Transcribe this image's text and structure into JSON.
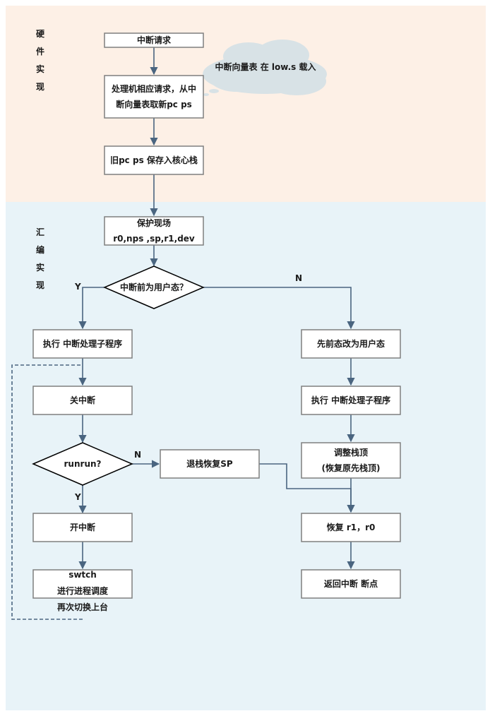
{
  "sections": {
    "hardware": {
      "label": [
        "硬",
        "件",
        "实",
        "现"
      ]
    },
    "assembly": {
      "label": [
        "汇",
        "编",
        "实",
        "现"
      ]
    }
  },
  "cloud_note": "中断向量表 在 low.s 载入",
  "nodes": {
    "interrupt_request": [
      "中断请求"
    ],
    "processor_response": [
      "处理机相应请求，从中",
      "断向量表取新pc ps"
    ],
    "save_old": [
      "旧pc ps 保存入核心栈"
    ],
    "save_context": [
      "保护现场",
      "r0,nps ,sp,r1,dev"
    ],
    "was_user_mode": [
      "中断前为用户态？"
    ],
    "run_handler_left": [
      "执行 中断处理子程序"
    ],
    "disable_interrupt": [
      "关中断"
    ],
    "runrun": [
      "runrun?"
    ],
    "pop_stack_sp": [
      "退栈恢复SP"
    ],
    "enable_interrupt": [
      "开中断"
    ],
    "swtch": [
      "swtch",
      "进行进程调度",
      "再次切换上台"
    ],
    "set_user_mode": [
      "先前态改为用户态"
    ],
    "run_handler_right": [
      "执行 中断处理子程序"
    ],
    "adjust_stack_top": [
      "调整栈顶",
      "(恢复原先栈顶)"
    ],
    "restore_r1_r0": [
      "恢复 r1，r0"
    ],
    "return_breakpoint": [
      "返回中断 断点"
    ]
  },
  "edge_labels": {
    "yes_user_mode": "Y",
    "no_user_mode": "N",
    "yes_runrun": "Y",
    "no_runrun": "N"
  },
  "colors": {
    "hardware_band": "#fdf0e6",
    "assembly_band": "#e8f3f8",
    "edge": "#4a6580",
    "box_border": "#7f7f7f"
  }
}
